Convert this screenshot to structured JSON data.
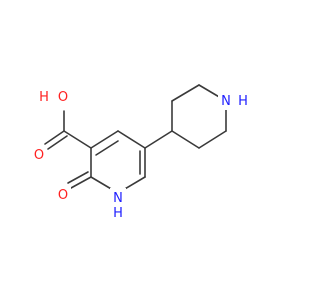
{
  "molecule": {
    "colors": {
      "bond": "#3a3a3a",
      "oxygen": "#ff2020",
      "nitrogen": "#2020ff"
    },
    "labels": {
      "carboxyl_hydroxyl_o": "O",
      "carboxyl_hydroxyl_h": "H",
      "carboxyl_carbonyl_o": "O",
      "ring_carbonyl_o": "O",
      "pyridone_n": "N",
      "pyridone_nh_h": "H",
      "piperidine_n": "N",
      "piperidine_nh_h": "H"
    }
  }
}
